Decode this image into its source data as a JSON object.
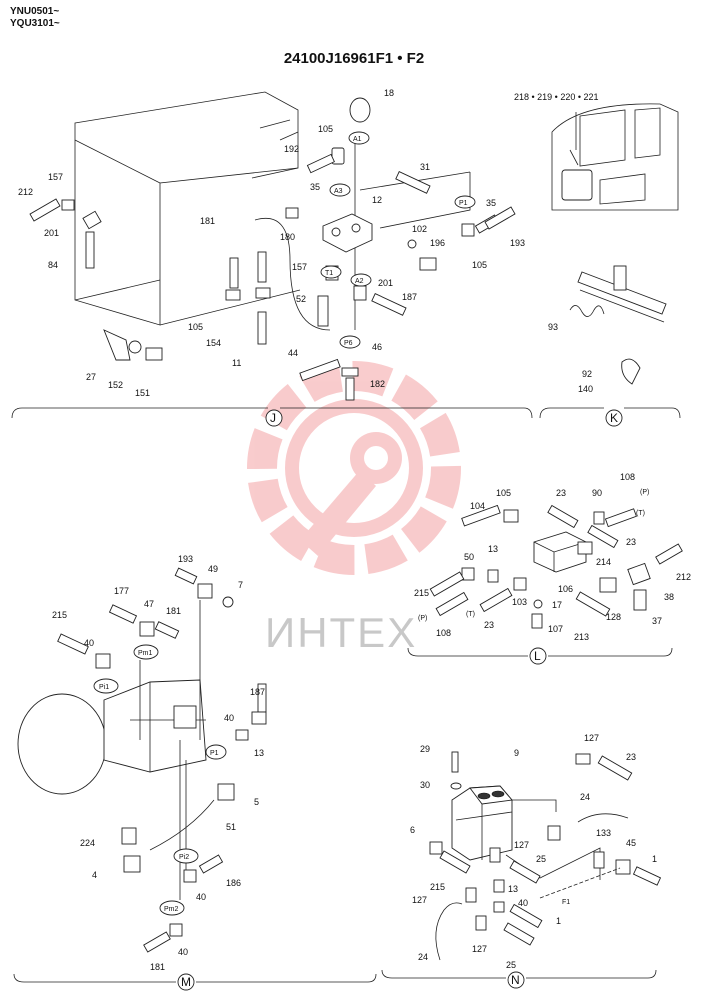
{
  "header": {
    "model_line_1": "YNU0501~",
    "model_line_2": "YQU3101~"
  },
  "title": "24100J16961F1 • F2",
  "watermark": "ИНТЕХ",
  "sections": {
    "j": "J",
    "k": "K",
    "l": "L",
    "m": "M",
    "n": "N"
  },
  "port_tags": {
    "a1": "A1",
    "a2": "A2",
    "a3": "A3",
    "p1": "P1",
    "t1": "T1",
    "p6": "P6",
    "pm1": "Pm1",
    "pm2": "Pm2",
    "pi1": "Pi1",
    "pi2": "Pi2",
    "pf1": "P1",
    "p_l1": "(P)",
    "t_l1": "(T)",
    "t_l2": "(T)",
    "p_l2": "(P)",
    "f1": "F1"
  },
  "callouts_j": [
    "18",
    "105",
    "192",
    "35",
    "31",
    "157",
    "212",
    "201",
    "84",
    "12",
    "181",
    "180",
    "102",
    "196",
    "157",
    "201",
    "187",
    "52",
    "105",
    "154",
    "11",
    "27",
    "152",
    "151",
    "44",
    "46",
    "182",
    "35",
    "193",
    "105"
  ],
  "callouts_k": [
    "218 • 219 • 220 • 221",
    "93",
    "92",
    "140"
  ],
  "callouts_l": [
    "104",
    "105",
    "23",
    "90",
    "108",
    "23",
    "214",
    "50",
    "13",
    "215",
    "106",
    "103",
    "17",
    "107",
    "108",
    "23",
    "213",
    "128",
    "38",
    "212",
    "37"
  ],
  "callouts_m": [
    "193",
    "49",
    "7",
    "177",
    "47",
    "181",
    "215",
    "40",
    "187",
    "40",
    "13",
    "5",
    "51",
    "224",
    "4",
    "186",
    "40",
    "40",
    "181"
  ],
  "callouts_n": [
    "29",
    "9",
    "127",
    "23",
    "30",
    "24",
    "6",
    "133",
    "45",
    "1",
    "127",
    "25",
    "215",
    "13",
    "40",
    "127",
    "1",
    "127",
    "24",
    "25"
  ]
}
